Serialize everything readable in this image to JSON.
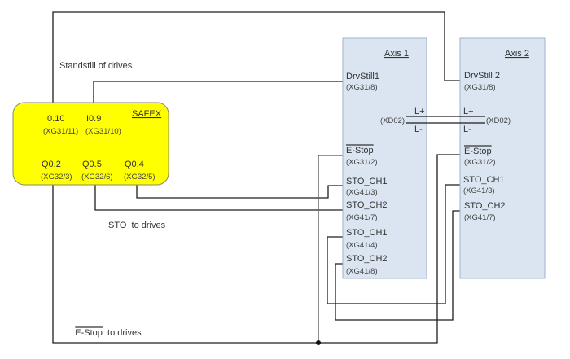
{
  "colors": {
    "safex_fill": "#ffff00",
    "axis_fill": "#dbe5f1",
    "wire": "#1e1e1e"
  },
  "labels": {
    "standstill": "Standstill of drives",
    "sto": "STO  to drives",
    "estop_signal": "E-Stop",
    "estop_suffix": "  to drives"
  },
  "safex": {
    "title": "SAFEX",
    "inputs": [
      {
        "name": "I0.10",
        "terminal": "(XG31/11)"
      },
      {
        "name": "I0.9",
        "terminal": "(XG31/10)"
      }
    ],
    "outputs": [
      {
        "name": "Q0.2",
        "terminal": "(XG32/3)"
      },
      {
        "name": "Q0.5",
        "terminal": "(XG32/6)"
      },
      {
        "name": "Q0.4",
        "terminal": "(XG32/5)"
      }
    ]
  },
  "axis1": {
    "title": "Axis 1",
    "drvstill": {
      "name": "DrvStill1",
      "terminal": "(XG31/8)"
    },
    "dc_link": {
      "plus": "L+",
      "minus": "L-",
      "terminal": "(XD02)"
    },
    "estop": {
      "name": "E-Stop",
      "terminal": "(XG31/2)"
    },
    "sto_in": [
      {
        "name": "STO_CH1",
        "terminal": "(XG41/3)"
      },
      {
        "name": "STO_CH2",
        "terminal": "(XG41/7)"
      }
    ],
    "sto_out": [
      {
        "name": "STO_CH1",
        "terminal": "(XG41/4)"
      },
      {
        "name": "STO_CH2",
        "terminal": "(XG41/8)"
      }
    ]
  },
  "axis2": {
    "title": "Axis 2",
    "drvstill": {
      "name": "DrvStill 2",
      "terminal": "(XG31/8)"
    },
    "dc_link": {
      "plus": "L+",
      "minus": "L-",
      "terminal": "(XD02)"
    },
    "estop": {
      "name": "E-Stop",
      "terminal": "(XG31/2)"
    },
    "sto_in": [
      {
        "name": "STO_CH1",
        "terminal": "(XG41/3)"
      },
      {
        "name": "STO_CH2",
        "terminal": "(XG41/7)"
      }
    ]
  }
}
